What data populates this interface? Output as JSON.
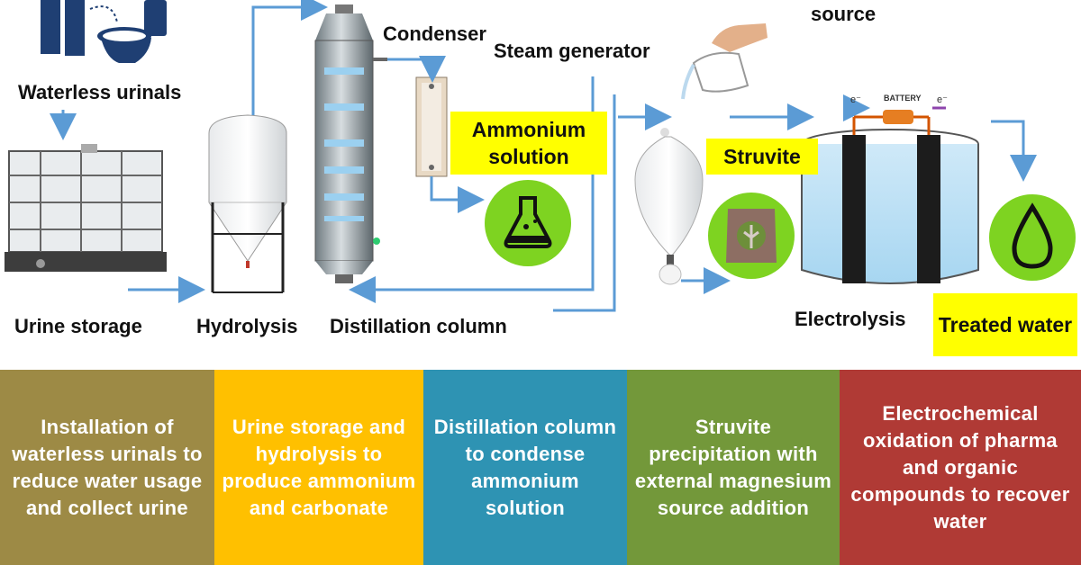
{
  "labels": {
    "waterless_urinals": "Waterless urinals",
    "urine_storage": "Urine storage",
    "hydrolysis": "Hydrolysis",
    "distillation_column": "Distillation column",
    "condenser": "Condenser",
    "steam_generator": "Steam generator",
    "source": "source",
    "ammonium_solution": "Ammonium solution",
    "struvite": "Struvite",
    "electrolysis": "Electrolysis",
    "treated_water": "Treated water",
    "battery": "BATTERY",
    "electron_left": "e⁻",
    "electron_right": "e⁻"
  },
  "panels": [
    {
      "text": "Installation of waterless urinals to reduce water usage and collect urine",
      "color": "#9d8a45"
    },
    {
      "text": "Urine storage and hydrolysis to produce ammonium and carbonate",
      "color": "#ffc000"
    },
    {
      "text": "Distillation column to condense ammonium solution",
      "color": "#2e93b3"
    },
    {
      "text": "Struvite precipitation with external magnesium source addition",
      "color": "#73983a"
    },
    {
      "text": "Electrochemical oxidation of pharma and organic compounds to recover water",
      "color": "#b03a35"
    }
  ],
  "colors": {
    "arrow": "#5b9bd5",
    "icon_circle": "#7ed321"
  },
  "icons": [
    "toilet-icon",
    "flask-icon",
    "fertilizer-bag-icon",
    "water-drop-icon"
  ]
}
